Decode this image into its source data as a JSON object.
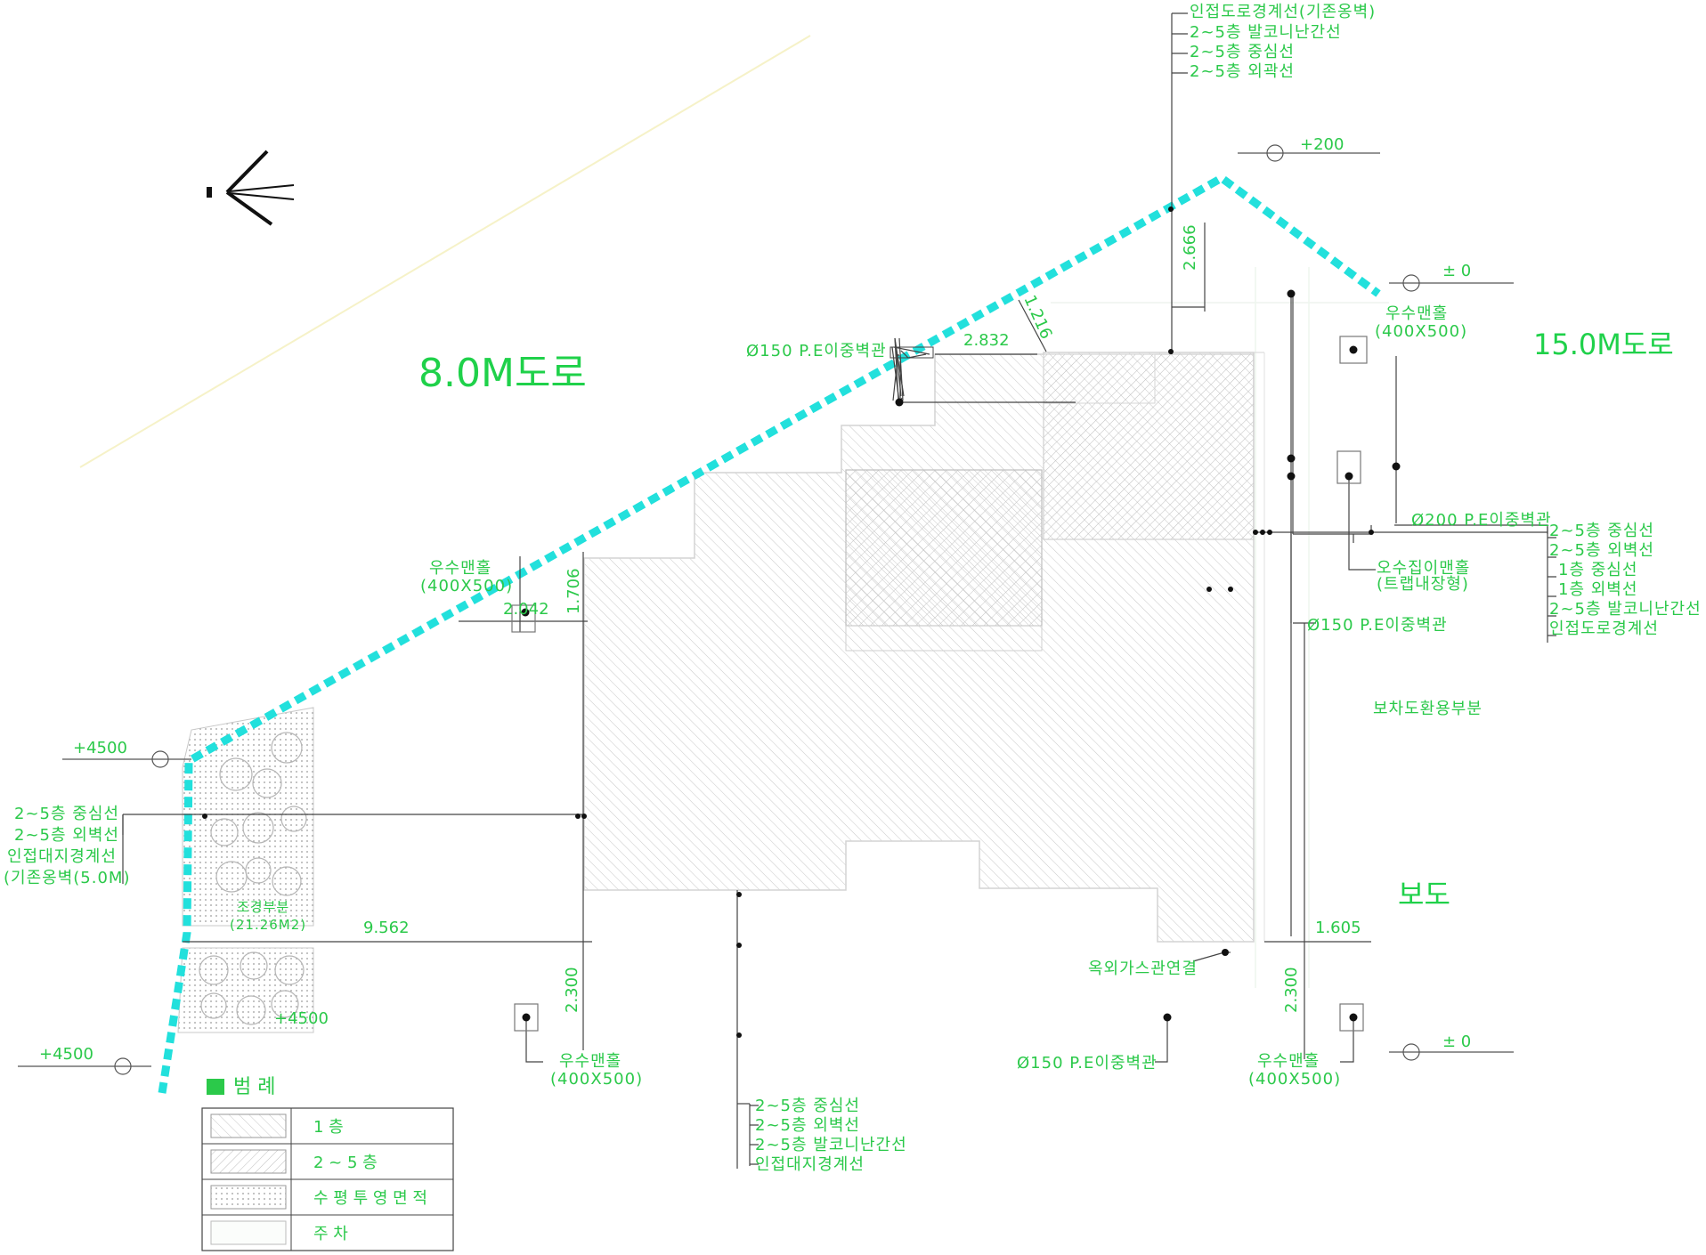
{
  "roads": {
    "west": "8.0M도로",
    "east": "15.0M도로",
    "sidewalk": "보도",
    "sidewalk_note": "보차도환용부분"
  },
  "levels": {
    "top_right": "+200",
    "east_upper": "± 0",
    "east_lower": "± 0",
    "west_upper": "+4500",
    "west_lower": "+4500",
    "west_inner": "+4500"
  },
  "dimensions": {
    "d_2666": "2.666",
    "d_1216": "1.216",
    "d_2832": "2.832",
    "d_1706": "1.706",
    "d_2042": "2.042",
    "d_9562": "9.562",
    "d_2300_left": "2.300",
    "d_2300_right": "2.300",
    "d_1605": "1.605"
  },
  "annotations": {
    "top_stack": [
      "인접도로경계선(기존옹벽)",
      "2~5층 발코니난간선",
      "2~5층 중심선",
      "2~5층 외곽선"
    ],
    "pipe_150_top": "Ø150 P.E이중벽관",
    "manhole_top_right_1": "우수맨홀",
    "manhole_top_right_2": "(400X500)",
    "manhole_left_1": "우수맨홀",
    "manhole_left_2": "(400X500)",
    "pipe_200": "Ø200 P.E이중벽관",
    "right_stack": [
      "2~5층 중심선",
      "2~5층 외벽선",
      "1층 중심선",
      "1층 외벽선",
      "2~5층 발코니난간선",
      "인접도로경계선"
    ],
    "rain_inlet_1": "오수집이맨홀",
    "rain_inlet_2": "(트랩내장형)",
    "pipe_150_mid": "Ø150 P.E이중벽관",
    "left_stack": [
      "2~5층 중심선",
      "2~5층 외벽선",
      "인접대지경계선",
      "(기존옹벽(5.0M)"
    ],
    "landscape_1": "조경부분",
    "landscape_2": "(21.26M2)",
    "gas": "옥외가스관연결",
    "manhole_bottom_left_1": "우수맨홀",
    "manhole_bottom_left_2": "(400X500)",
    "pipe_150_bottom": "Ø150 P.E이중벽관",
    "manhole_bottom_right_1": "우수맨홀",
    "manhole_bottom_right_2": "(400X500)",
    "bottom_stack": [
      "2~5층 중심선",
      "2~5층 외벽선",
      "2~5층 발코니난간선",
      "인접대지경계선"
    ]
  },
  "legend": {
    "title": "범     례",
    "items": [
      "1     층",
      "2  ~  5  층",
      "수 평 투 영 면 적",
      "주     차"
    ]
  },
  "colors": {
    "boundary": "#22e0dc",
    "text": "#2bc94a",
    "road_text": "#1fd14a"
  }
}
